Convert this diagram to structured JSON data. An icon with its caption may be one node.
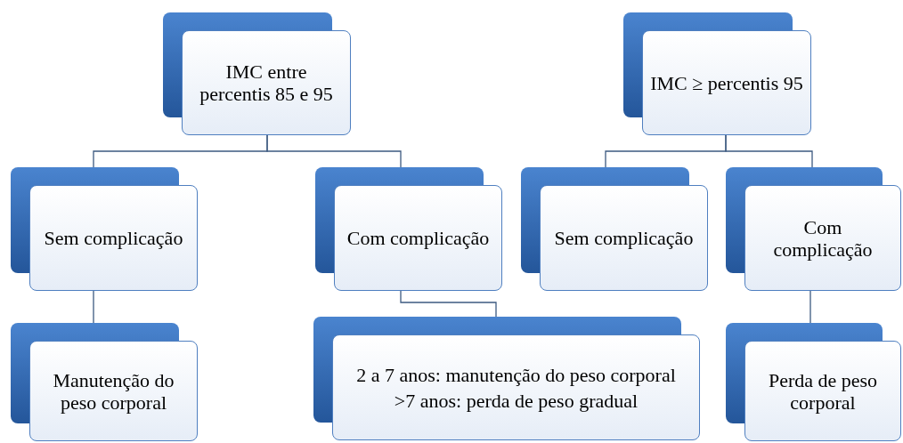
{
  "diagram": {
    "nodes": [
      {
        "text": [
          "IMC entre percentis 85 e 95"
        ]
      },
      {
        "text": [
          "IMC ≥ percentis 95"
        ]
      },
      {
        "text": [
          "Sem complicação"
        ]
      },
      {
        "text": [
          "Com complicação"
        ]
      },
      {
        "text": [
          "Sem complicação"
        ]
      },
      {
        "text": [
          "Com complicação"
        ]
      },
      {
        "text": [
          "Manutenção do peso corporal"
        ]
      },
      {
        "text": [
          "2 a 7 anos: manutenção do peso corporal",
          ">7 anos: perda de peso gradual"
        ]
      },
      {
        "text": [
          "Perda de peso corporal"
        ]
      }
    ],
    "edges": [
      {
        "from": 0,
        "to": 2,
        "arrow": "none"
      },
      {
        "from": 0,
        "to": 3,
        "arrow": "none"
      },
      {
        "from": 1,
        "to": 4,
        "arrow": "none"
      },
      {
        "from": 1,
        "to": 5,
        "arrow": "none"
      },
      {
        "from": 2,
        "to": 6,
        "arrow": "none"
      },
      {
        "from": 3,
        "to": 7,
        "arrow": "none"
      },
      {
        "from": 5,
        "to": 8,
        "arrow": "none"
      }
    ]
  }
}
